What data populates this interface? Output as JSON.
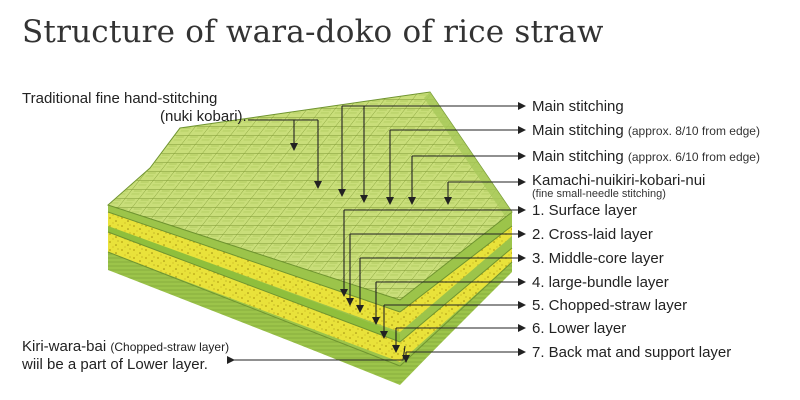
{
  "title": "Structure of wara-doko of rice straw",
  "left_notes": {
    "top_line1": "Traditional fine hand-stitching",
    "top_line2": "(nuki kobari).",
    "bottom_line1_main": "Kiri-wara-bai",
    "bottom_line1_note": "(Chopped-straw layer)",
    "bottom_line2": "wiil be a part of Lower layer."
  },
  "labels": [
    {
      "text": "Main stitching",
      "note": ""
    },
    {
      "text": "Main stitching",
      "note": "(approx. 8/10 from edge)"
    },
    {
      "text": "Main stitching",
      "note": "(approx. 6/10 from edge)"
    },
    {
      "text": "Kamachi-nuikiri-kobari-nui",
      "note": ""
    },
    {
      "text": "1. Surface layer",
      "note": ""
    },
    {
      "text": "2. Cross-laid layer",
      "note": ""
    },
    {
      "text": "3. Middle-core layer",
      "note": ""
    },
    {
      "text": "4. large-bundle layer",
      "note": ""
    },
    {
      "text": "5. Chopped-straw layer",
      "note": ""
    },
    {
      "text": "6. Lower layer",
      "note": ""
    },
    {
      "text": "7. Back mat and support layer",
      "note": ""
    }
  ],
  "kamachi_sub": "(fine small-needle stitching)",
  "colors": {
    "surface": "#c9de7a",
    "surface_dark": "#9fbf3e",
    "grid": "#7f9a34",
    "side_green": "#9cc44a",
    "yellow": "#e9e23a",
    "speckle": "#b8a514",
    "line": "#222222"
  }
}
